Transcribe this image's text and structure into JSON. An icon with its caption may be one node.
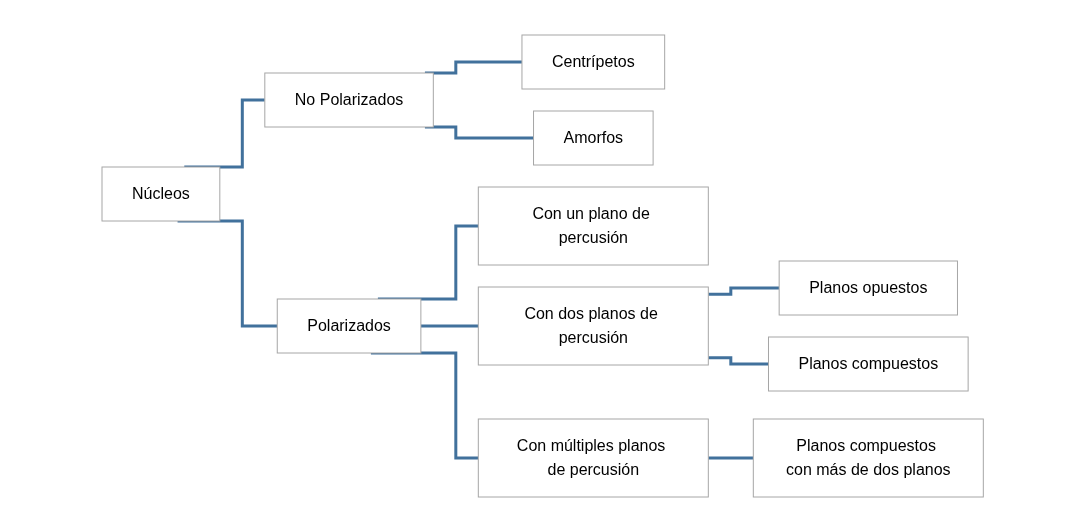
{
  "diagram": {
    "nodes": [
      {
        "text": [
          "Núcleos"
        ]
      },
      {
        "text": [
          "No Polarizados"
        ]
      },
      {
        "text": [
          "Centrípetos"
        ]
      },
      {
        "text": [
          "Amorfos"
        ]
      },
      {
        "text": [
          "Polarizados"
        ]
      },
      {
        "text": [
          "Con un plano de percusión"
        ]
      },
      {
        "text": [
          "Con dos planos de percusión"
        ]
      },
      {
        "text": [
          "Planos opuestos"
        ]
      },
      {
        "text": [
          "Planos compuestos"
        ]
      },
      {
        "text": [
          "Con múltiples planos de percusión"
        ]
      },
      {
        "text": [
          "Planos compuestos con más de dos planos"
        ]
      }
    ],
    "edges": [
      {
        "from": 0,
        "to": 1,
        "arrow": "none"
      },
      {
        "from": 0,
        "to": 4,
        "arrow": "none"
      },
      {
        "from": 1,
        "to": 2,
        "arrow": "none"
      },
      {
        "from": 1,
        "to": 3,
        "arrow": "none"
      },
      {
        "from": 4,
        "to": 5,
        "arrow": "none"
      },
      {
        "from": 4,
        "to": 6,
        "arrow": "none"
      },
      {
        "from": 4,
        "to": 9,
        "arrow": "none"
      },
      {
        "from": 6,
        "to": 7,
        "arrow": "none"
      },
      {
        "from": 6,
        "to": 8,
        "arrow": "none"
      },
      {
        "from": 9,
        "to": 10,
        "arrow": "none"
      }
    ]
  }
}
